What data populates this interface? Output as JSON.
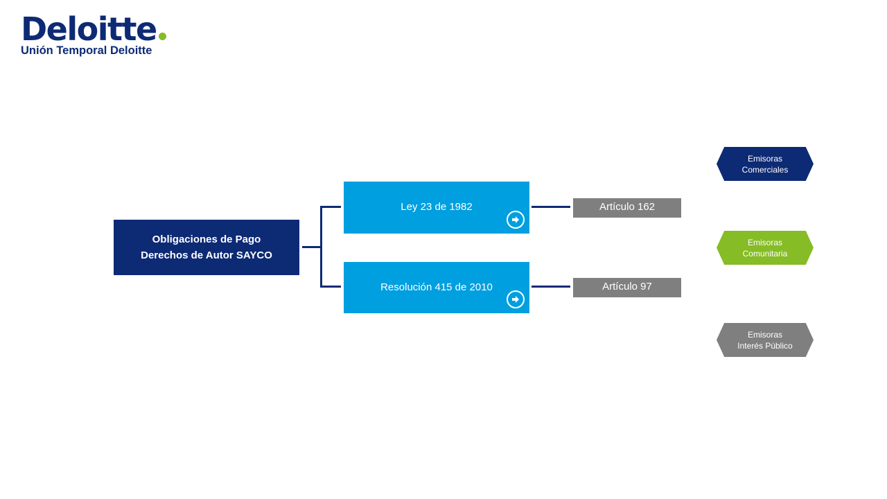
{
  "logo": {
    "brand": "Deloitte",
    "subtitle": "Unión Temporal Deloitte"
  },
  "root": {
    "line1": "Obligaciones de Pago",
    "line2": "Derechos de Autor SAYCO"
  },
  "laws": [
    {
      "label": "Ley 23 de 1982",
      "article": "Artículo 162"
    },
    {
      "label": "Resolución 415 de 2010",
      "article": "Artículo 97"
    }
  ],
  "stations": [
    {
      "line1": "Emisoras",
      "line2": "Comerciales",
      "color": "#0d2a74"
    },
    {
      "line1": "Emisoras",
      "line2": "Comunitaria",
      "color": "#86bc25"
    },
    {
      "line1": "Emisoras",
      "line2": "Interés Público",
      "color": "#7f7f7f"
    }
  ],
  "colors": {
    "brand_navy": "#0d2a74",
    "brand_green": "#86bc25",
    "law_blue": "#009fdf",
    "article_gray": "#7f7f7f"
  },
  "icons": {
    "law_link": "arrow-circle-right-icon"
  }
}
